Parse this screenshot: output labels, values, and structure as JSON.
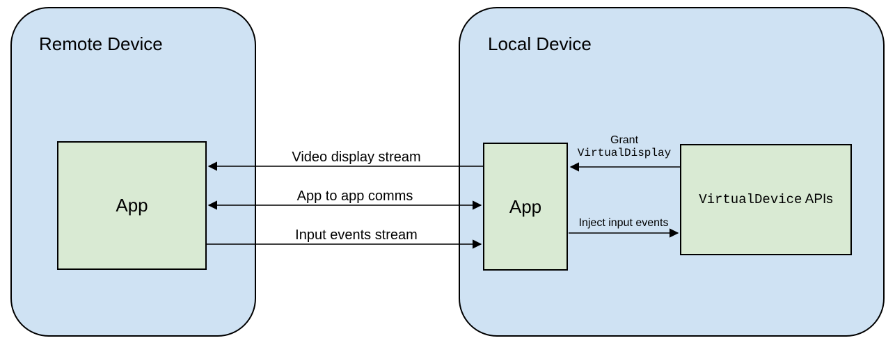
{
  "colors": {
    "device_fill": "#cfe2f3",
    "box_fill": "#d9ead3",
    "line": "#000000"
  },
  "remote_device": {
    "title": "Remote Device",
    "app_label": "App"
  },
  "local_device": {
    "title": "Local Device",
    "app_label": "App",
    "api_label_code": "VirtualDevice",
    "api_label_rest": " APIs"
  },
  "arrows": {
    "video_display": {
      "label": "Video display stream",
      "direction": "local-app-to-remote-app"
    },
    "app_comms": {
      "label": "App to app comms",
      "direction": "bidirectional"
    },
    "input_events": {
      "label": "Input events stream",
      "direction": "remote-app-to-local-app"
    },
    "grant": {
      "label_line1": "Grant",
      "label_line2": "VirtualDisplay",
      "direction": "api-to-local-app"
    },
    "inject": {
      "label": "Inject input events",
      "direction": "local-app-to-api"
    }
  }
}
